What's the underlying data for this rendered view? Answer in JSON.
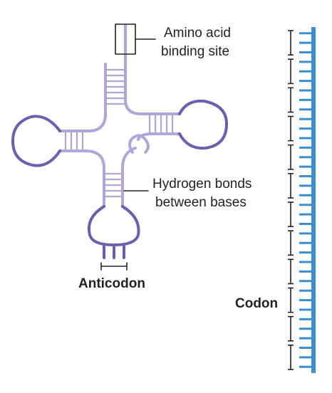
{
  "labels": {
    "amino_line1": "Amino acid",
    "amino_line2": "binding site",
    "hbond_line1": "Hydrogen bonds",
    "hbond_line2": "between bases",
    "anticodon": "Anticodon",
    "codon": "Codon"
  },
  "colors": {
    "trna_dark": "#6a5fb0",
    "trna_light": "#b0a6dc",
    "mrna": "#3d8fd0",
    "text": "#222222",
    "bracket": "#222222"
  },
  "mrna": {
    "codon_count": 12,
    "bases_per_codon": 3
  }
}
